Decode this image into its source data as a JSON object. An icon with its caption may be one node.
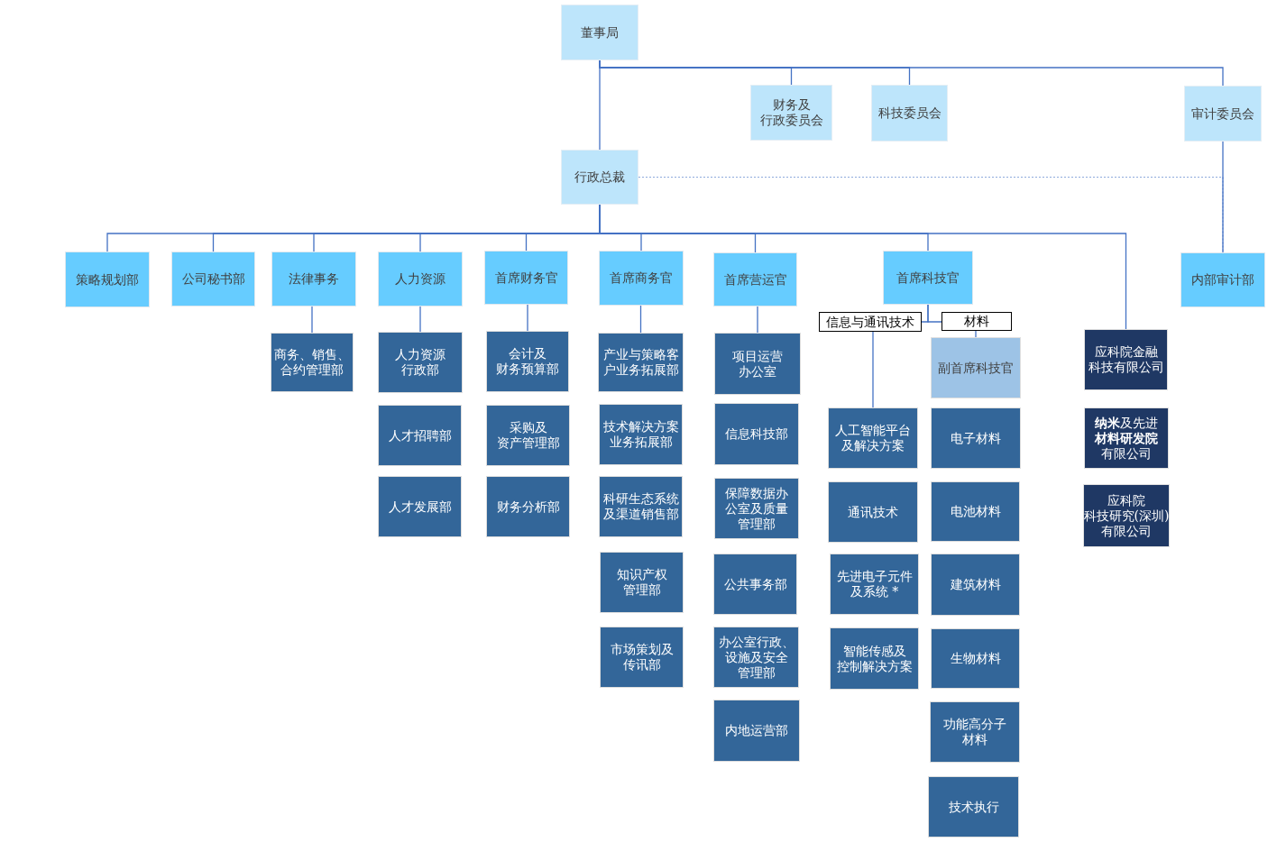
{
  "diagram": {
    "nodes": [
      {
        "text": [
          "董事局"
        ]
      },
      {
        "text": [
          "财务及行政委员会"
        ]
      },
      {
        "text": [
          "科技委员会"
        ]
      },
      {
        "text": [
          "审计委员会"
        ]
      },
      {
        "text": [
          "行政总裁"
        ]
      },
      {
        "text": [
          "策略规划部"
        ]
      },
      {
        "text": [
          "公司秘书部"
        ]
      },
      {
        "text": [
          "法律事务"
        ]
      },
      {
        "text": [
          "人力资源"
        ]
      },
      {
        "text": [
          "首席财务官"
        ]
      },
      {
        "text": [
          "首席商务官"
        ]
      },
      {
        "text": [
          "首席营运官"
        ]
      },
      {
        "text": [
          "首席科技官"
        ]
      },
      {
        "text": [
          "内部审计部"
        ]
      },
      {
        "text": [
          "商务、销售、合约管理部"
        ]
      },
      {
        "text": [
          "人力资源行政部"
        ]
      },
      {
        "text": [
          "人才招聘部"
        ]
      },
      {
        "text": [
          "人才发展部"
        ]
      },
      {
        "text": [
          "会计及财务预算部"
        ]
      },
      {
        "text": [
          "采购及资产管理部"
        ]
      },
      {
        "text": [
          "财务分析部"
        ]
      },
      {
        "text": [
          "产业与策略客户业务拓展部"
        ]
      },
      {
        "text": [
          "技术解决方案业务拓展部"
        ]
      },
      {
        "text": [
          "科研生态系统及渠道销售部"
        ]
      },
      {
        "text": [
          "知识产权管理部"
        ]
      },
      {
        "text": [
          "市场策划及传讯部"
        ]
      },
      {
        "text": [
          "项目运营办公室"
        ]
      },
      {
        "text": [
          "信息科技部"
        ]
      },
      {
        "text": [
          "保障数据办公室及质量管理部"
        ]
      },
      {
        "text": [
          "公共事务部"
        ]
      },
      {
        "text": [
          "办公室行政、设施及安全管理部"
        ]
      },
      {
        "text": [
          "内地运营部"
        ]
      },
      {
        "text": [
          "信息与通讯技术"
        ]
      },
      {
        "text": [
          "材料"
        ]
      },
      {
        "text": [
          "副首席科技官"
        ]
      },
      {
        "text": [
          "人工智能平台及解决方案"
        ]
      },
      {
        "text": [
          "通讯技术"
        ]
      },
      {
        "text": [
          "先进电子元件及系统 *"
        ]
      },
      {
        "text": [
          "智能传感及控制解决方案"
        ]
      },
      {
        "text": [
          "电子材料"
        ]
      },
      {
        "text": [
          "电池材料"
        ]
      },
      {
        "text": [
          "建筑材料"
        ]
      },
      {
        "text": [
          "生物材料"
        ]
      },
      {
        "text": [
          "功能高分子材料"
        ]
      },
      {
        "text": [
          "技术执行"
        ]
      },
      {
        "text": [
          "应科院金融科技有限公司"
        ]
      },
      {
        "text": [
          "**纳米**及先进**材料研发院**有限公司"
        ]
      },
      {
        "text": [
          "应科院科技研究(深圳)有限公司"
        ]
      }
    ],
    "edges": [
      {
        "from": 0,
        "to": 4,
        "arrow": "none"
      },
      {
        "from": 0,
        "to": 1,
        "arrow": "none"
      },
      {
        "from": 0,
        "to": 2,
        "arrow": "none"
      },
      {
        "from": 0,
        "to": 3,
        "arrow": "none"
      },
      {
        "from": 4,
        "to": 13,
        "arrow": "none",
        "style": "dashed",
        "color": "#8faadc"
      },
      {
        "from": 3,
        "to": 13,
        "arrow": "none"
      },
      {
        "from": 4,
        "to": 5,
        "arrow": "none"
      },
      {
        "from": 4,
        "to": 6,
        "arrow": "none"
      },
      {
        "from": 4,
        "to": 7,
        "arrow": "none"
      },
      {
        "from": 4,
        "to": 8,
        "arrow": "none"
      },
      {
        "from": 4,
        "to": 9,
        "arrow": "none"
      },
      {
        "from": 4,
        "to": 10,
        "arrow": "none"
      },
      {
        "from": 4,
        "to": 11,
        "arrow": "none"
      },
      {
        "from": 4,
        "to": 12,
        "arrow": "none"
      },
      {
        "from": 4,
        "to": 45,
        "arrow": "none"
      },
      {
        "from": 7,
        "to": 14,
        "arrow": "none"
      },
      {
        "from": 8,
        "to": 15,
        "arrow": "none"
      },
      {
        "from": 9,
        "to": 18,
        "arrow": "none"
      },
      {
        "from": 10,
        "to": 21,
        "arrow": "none"
      },
      {
        "from": 11,
        "to": 26,
        "arrow": "none"
      },
      {
        "from": 12,
        "to": 32,
        "arrow": "none"
      },
      {
        "from": 12,
        "to": 33,
        "arrow": "none"
      },
      {
        "from": 33,
        "to": 34,
        "arrow": "none"
      },
      {
        "from": 32,
        "to": 35,
        "arrow": "none"
      }
    ]
  }
}
